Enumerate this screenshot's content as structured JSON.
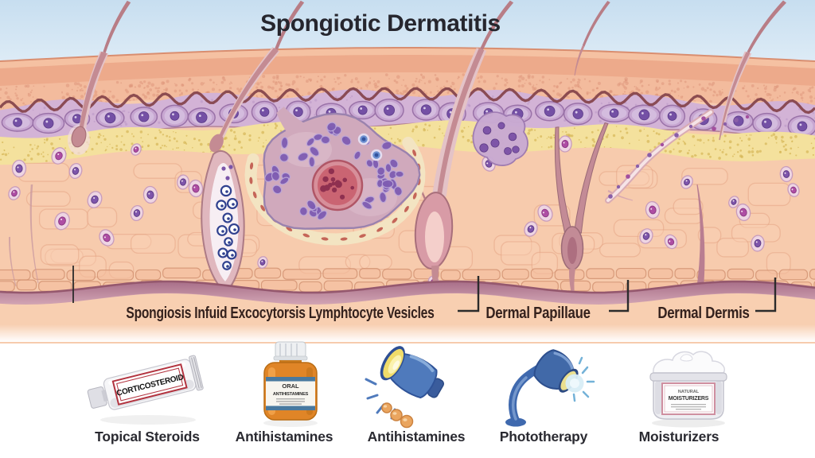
{
  "title": "Spongiotic Dermatitis",
  "anatomy_labels": [
    "Spongiosis Infuid Excocytorsis Lymphtocyte Vesicles",
    "Dermal Papillaue",
    "Dermal Dermis"
  ],
  "treatments": [
    {
      "label": "Topical Steroids",
      "icon": "ointment-tube-icon",
      "product_text": "CORTICOSTEROID"
    },
    {
      "label": "Antihistamines",
      "icon": "pill-bottle-icon",
      "product_lines": [
        "ORAL",
        "ANTIHISTAMINES"
      ]
    },
    {
      "label": "Antihistamines",
      "icon": "uv-lamp-icon"
    },
    {
      "label": "Phototherapy",
      "icon": "desk-lamp-icon"
    },
    {
      "label": "Moisturizers",
      "icon": "cream-jar-icon",
      "product_lines": [
        "NATURAL",
        "MOISTURIZERS"
      ]
    }
  ],
  "colors": {
    "sky": "#cbe0f1",
    "stratum_corneum": "#edaa8b",
    "epidermis": "#f3bb9d",
    "basal_layer": "#d3b3d6",
    "granular_band": "#f4e19d",
    "dermis": "#f7cbad",
    "deep_band": "#aa7089",
    "label_text": "#34211d",
    "accent_red": "#b2333f",
    "accent_blue": "#3f69ae",
    "accent_orange": "#e08527"
  }
}
